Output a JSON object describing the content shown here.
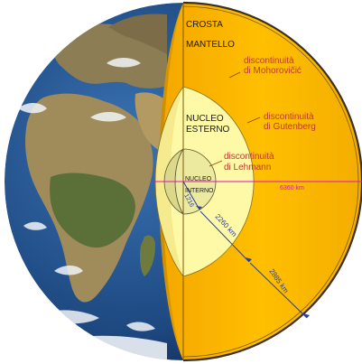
{
  "layers": {
    "crust": "CROSTA",
    "mantle": "MANTELLO",
    "outer_core_line1": "NUCLEO",
    "outer_core_line2": "ESTERNO",
    "inner_core_line1": "NUCLEO",
    "inner_core_line2": "INTERNO"
  },
  "discontinuities": {
    "mohorovicic_line1": "discontinuità",
    "mohorovicic_line2": "di Mohorovičić",
    "gutenberg_line1": "discontinuità",
    "gutenberg_line2": "di Gutenberg",
    "lehmann_line1": "discontinuità",
    "lehmann_line2": "di Lehmann"
  },
  "measurements": {
    "earth_radius": "6360 km",
    "inner_core_radius": "1216",
    "outer_core_thickness": "2260 km",
    "mantle_thickness": "2885 km"
  },
  "colors": {
    "mantle": "#f8b400",
    "mantle_light": "#ffc400",
    "outer_core": "#fdfaa8",
    "inner_core": "#eeeaa0",
    "crust_edge": "#4a3a20",
    "label_red": "#c0392b",
    "radius_line": "#e010c0",
    "measure_line": "#2c3e9a",
    "ocean": "#1f4f8a",
    "land": "#8a7a52",
    "cloud": "#f4f7fb"
  }
}
